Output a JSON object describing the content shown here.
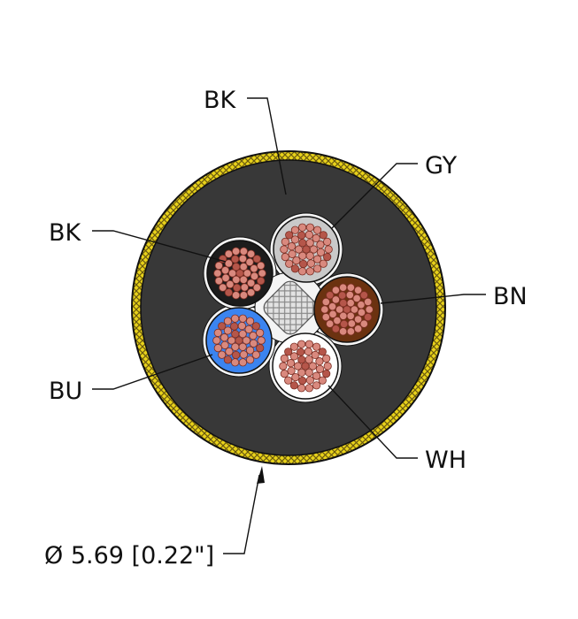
{
  "labels": {
    "bk_top": "BK",
    "gy": "GY",
    "bk_left": "BK",
    "bn": "BN",
    "bu": "BU",
    "wh": "WH",
    "diameter": "Ø 5.69 [0.22\"]"
  },
  "colors": {
    "jacket": "#383838",
    "braid": "#e8d21a",
    "braid_dark": "#6b5a10",
    "copper": "#d9897e",
    "copper_dark": "#7a2d22",
    "bk": "#1c1c1c",
    "gy": "#c9c9c9",
    "bn": "#6b3210",
    "bu": "#3b84f0",
    "wh": "#ffffff",
    "filler": "#d0d0d0"
  }
}
